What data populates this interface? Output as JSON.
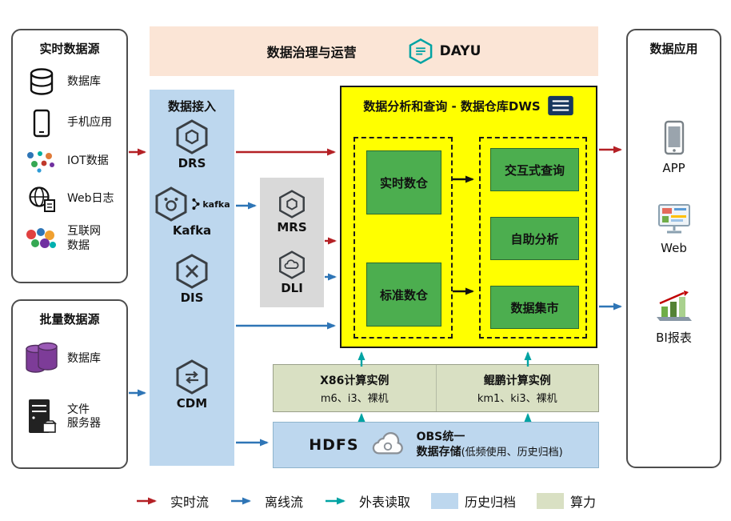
{
  "realtime_sources": {
    "title": "实时数据源",
    "items": [
      {
        "label": "数据库",
        "icon": "database-icon"
      },
      {
        "label": "手机应用",
        "icon": "phone-icon"
      },
      {
        "label": "IOT数据",
        "icon": "iot-icon"
      },
      {
        "label": "Web日志",
        "icon": "globe-icon"
      },
      {
        "label": "互联网\n数据",
        "icon": "internet-data-icon"
      }
    ]
  },
  "batch_sources": {
    "title": "批量数据源",
    "items": [
      {
        "label": "数据库",
        "icon": "database-stack-icon"
      },
      {
        "label": "文件\n服务器",
        "icon": "file-server-icon"
      }
    ]
  },
  "governance": {
    "title": "数据治理与运营",
    "brand": "DAYU"
  },
  "ingestion": {
    "title": "数据接入",
    "items": [
      {
        "label": "DRS"
      },
      {
        "label": "Kafka",
        "brand": "kafka"
      },
      {
        "label": "DIS"
      },
      {
        "label": "CDM"
      }
    ]
  },
  "middleware": {
    "items": [
      {
        "label": "MRS"
      },
      {
        "label": "DLI"
      }
    ]
  },
  "dws": {
    "title": "数据分析和查询 - 数据仓库DWS",
    "warehouses": [
      {
        "label": "实时数仓"
      },
      {
        "label": "标准数仓"
      }
    ],
    "analytics": [
      {
        "label": "交互式查询"
      },
      {
        "label": "自助分析"
      },
      {
        "label": "数据集市"
      }
    ]
  },
  "applications": {
    "title": "数据应用",
    "items": [
      {
        "label": "APP",
        "icon": "smartphone-icon"
      },
      {
        "label": "Web",
        "icon": "monitor-icon"
      },
      {
        "label": "BI报表",
        "icon": "bar-chart-icon"
      }
    ]
  },
  "compute_instances": {
    "sections": [
      {
        "title": "X86计算实例",
        "subtitle": "m6、i3、裸机"
      },
      {
        "title": "鲲鹏计算实例",
        "subtitle": "km1、ki3、裸机"
      }
    ]
  },
  "storage": {
    "hdfs_label": "HDFS",
    "obs_title_line1": "OBS统一",
    "obs_title_line2": "数据存储",
    "obs_note": "(低频使用、历史归档)"
  },
  "legend": {
    "items": [
      {
        "label": "实时流",
        "type": "arrow",
        "color": "#b42025"
      },
      {
        "label": "离线流",
        "type": "arrow",
        "color": "#2e75b6"
      },
      {
        "label": "外表读取",
        "type": "arrow",
        "color": "#00a3a3"
      },
      {
        "label": "历史归档",
        "type": "swatch",
        "color": "#bdd7ee"
      },
      {
        "label": "算力",
        "type": "swatch",
        "color": "#d9e0c3"
      }
    ]
  },
  "colors": {
    "realtime_flow": "#b42025",
    "offline_flow": "#2e75b6",
    "external_read": "#00a3a3",
    "archive_fill": "#bdd7ee",
    "compute_fill": "#d9e0c3",
    "dws_fill": "#ffff00",
    "warehouse_green": "#4cae4f",
    "governance_fill": "#fbe5d6"
  }
}
